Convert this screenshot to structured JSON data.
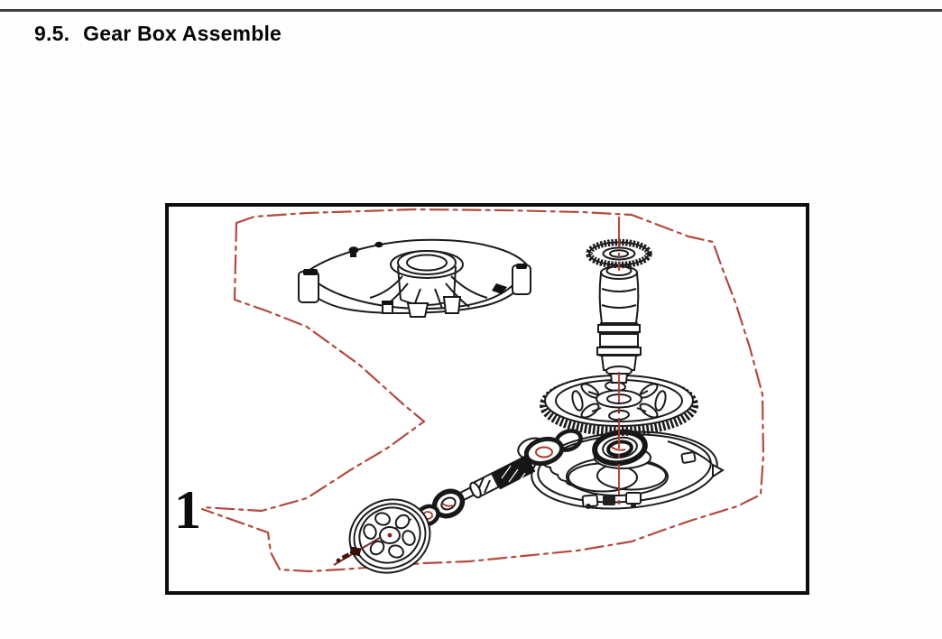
{
  "page": {
    "heading": {
      "section_number": "9.5.",
      "title": "Gear Box Assemble"
    }
  },
  "figure": {
    "name": "gear-box-exploded-diagram",
    "callout_label": "1",
    "colors": {
      "ink": "#1b1b1b",
      "outline_red": "#b24a3e",
      "centerline_red": "#a63c30",
      "bolt_dark_red": "#4a140c",
      "frame_border": "#0d0d0d",
      "top_rule": "#3f3f3f"
    }
  }
}
